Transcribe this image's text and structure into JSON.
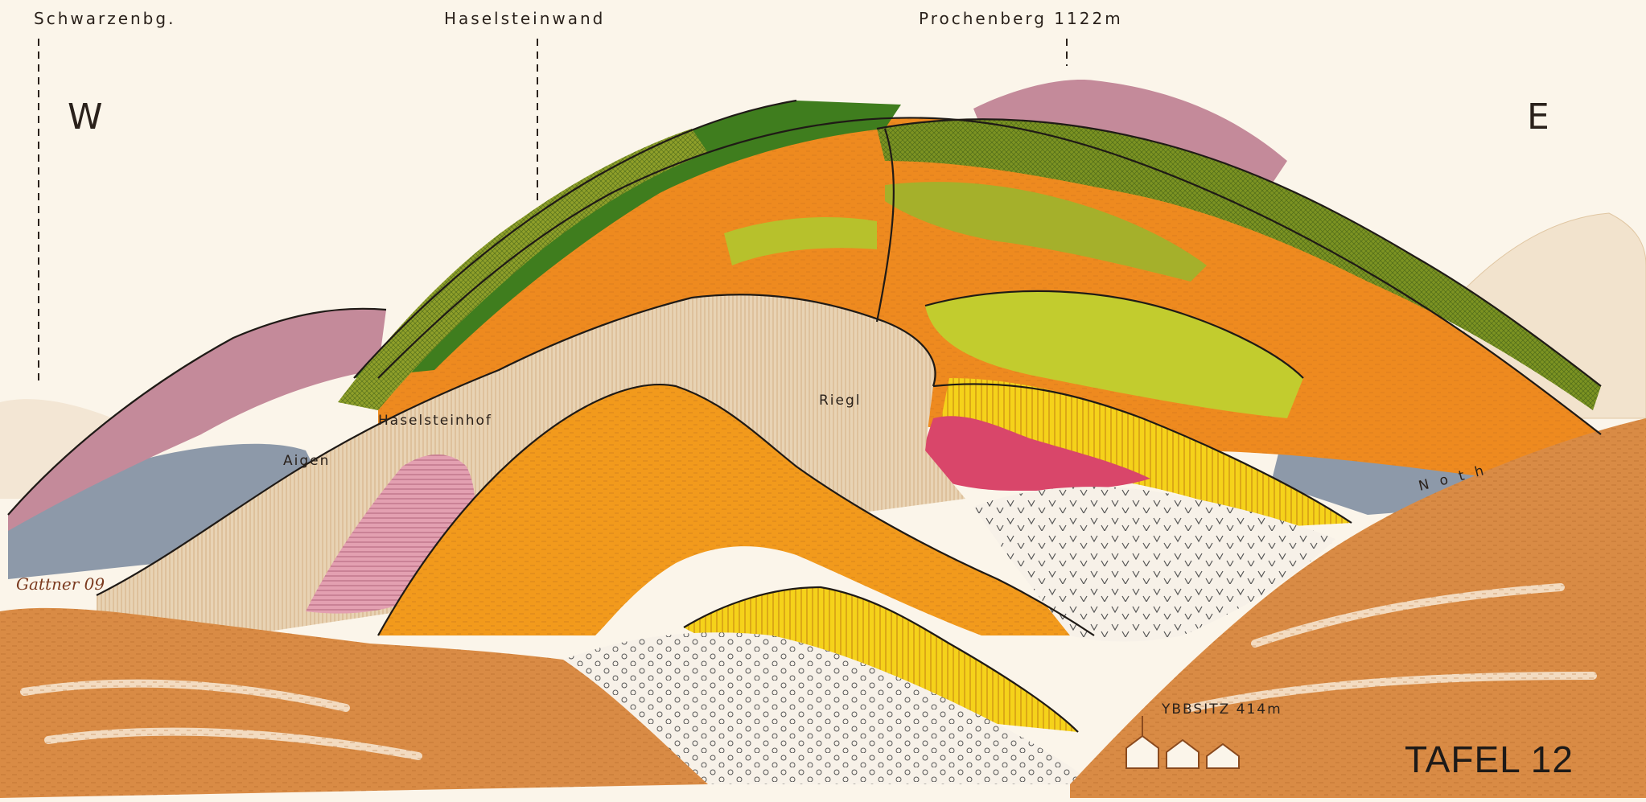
{
  "peaks": {
    "schwarzenberg": "Schwarzenbg.",
    "haselsteinwand": "Haselsteinwand",
    "prochenberg": "Prochenberg 1122m"
  },
  "directions": {
    "west": "W",
    "east": "E"
  },
  "places": {
    "riegl": "Riegl",
    "haselsteinhof": "Haselsteinhof",
    "aigen": "Aigen",
    "noth": "Noth",
    "ybbsitz": "YBBSITZ 414m"
  },
  "plate_label": "TAFEL 12",
  "signature": "Gattner 09",
  "colors": {
    "paper": "#fbf5ea",
    "foreground_terrain": "#c87a32",
    "limestone_orange": "#ee8a1f",
    "bright_orange": "#f29a1c",
    "dark_green": "#3f7d1e",
    "olive_green": "#8f9f2a",
    "yellow_green": "#c2cc2e",
    "yellow": "#f5d21a",
    "pink_magenta": "#d9466a",
    "mauve": "#c48a9a",
    "slate_blue": "#8d99a9",
    "beige": "#e8d3b4",
    "white_dotted": "#f7f1e8"
  }
}
